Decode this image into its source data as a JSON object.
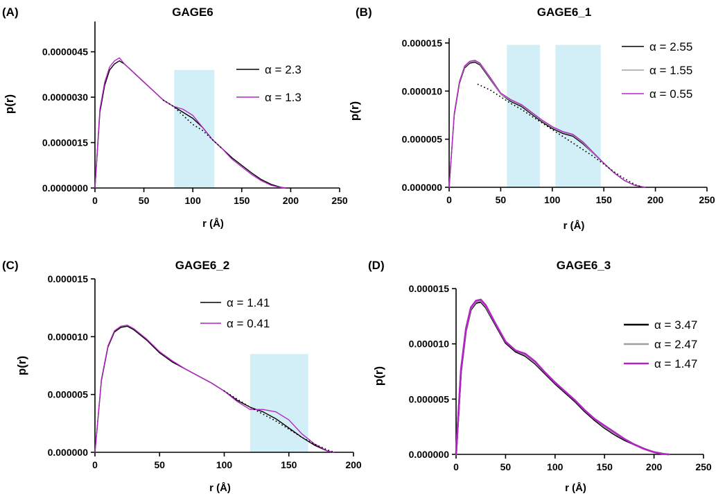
{
  "chart_data": [
    {
      "panel": "(A)",
      "type": "line",
      "title": "GAGE6",
      "xlabel": "r (Å)",
      "ylabel": "p(r)",
      "xlim": [
        0,
        250
      ],
      "ylim": [
        0,
        5.5e-06
      ],
      "x_ticks": [
        "0",
        "50",
        "100",
        "150",
        "200",
        "250"
      ],
      "y_ticks": [
        "0.0000000",
        "0.0000015",
        "0.0000030",
        "0.0000045"
      ],
      "y_tick_values": [
        0,
        1.5e-06,
        3e-06,
        4.5e-06
      ],
      "x_tick_values": [
        0,
        50,
        100,
        150,
        200,
        250
      ],
      "shaded_regions": [
        [
          81,
          122
        ]
      ],
      "shaded_top": 3.9e-06,
      "legend_position": "upper-right",
      "series": [
        {
          "name": "α  = 2.3",
          "color": "#000000",
          "style": "solid",
          "width": 1.4,
          "x": [
            0,
            5,
            10,
            15,
            20,
            25,
            30,
            40,
            50,
            60,
            70,
            80,
            90,
            100,
            110,
            120,
            130,
            140,
            150,
            160,
            170,
            180,
            190,
            195
          ],
          "y": [
            0,
            2.5e-06,
            3.4e-06,
            3.9e-06,
            4.1e-06,
            4.2e-06,
            4.1e-06,
            3.8e-06,
            3.5e-06,
            3.2e-06,
            2.9e-06,
            2.7e-06,
            2.5e-06,
            2.3e-06,
            2e-06,
            1.6e-06,
            1.3e-06,
            1e-06,
            7.5e-07,
            5e-07,
            2.8e-07,
            1.2e-07,
            2e-08,
            0
          ]
        },
        {
          "name": "α  = 1.3",
          "color": "#b324c4",
          "style": "solid",
          "width": 1.4,
          "x": [
            0,
            5,
            10,
            15,
            20,
            25,
            30,
            40,
            50,
            60,
            70,
            80,
            90,
            100,
            110,
            120,
            130,
            140,
            150,
            160,
            170,
            180,
            190,
            195
          ],
          "y": [
            0,
            2.6e-06,
            3.5e-06,
            4e-06,
            4.2e-06,
            4.3e-06,
            4.1e-06,
            3.8e-06,
            3.5e-06,
            3.2e-06,
            2.9e-06,
            2.7e-06,
            2.6e-06,
            2.4e-06,
            2e-06,
            1.6e-06,
            1.3e-06,
            9.5e-07,
            7e-07,
            4.5e-07,
            2.4e-07,
            9e-08,
            1e-08,
            0
          ]
        },
        {
          "name": "",
          "color": "#000000",
          "style": "dotted",
          "width": 1.8,
          "x": [
            70,
            80,
            90,
            100,
            110,
            120,
            130
          ],
          "y": [
            2.9e-06,
            2.7e-06,
            2.4e-06,
            2.1e-06,
            1.9e-06,
            1.6e-06,
            1.3e-06
          ]
        }
      ]
    },
    {
      "panel": "(B)",
      "type": "line",
      "title": "GAGE6_1",
      "xlabel": "r (Å)",
      "ylabel": "p(r)",
      "xlim": [
        0,
        250
      ],
      "ylim": [
        0,
        1.55e-05
      ],
      "x_ticks": [
        "0",
        "50",
        "100",
        "150",
        "200",
        "250"
      ],
      "y_ticks": [
        "0.000000",
        "0.000005",
        "0.000010",
        "0.000015"
      ],
      "y_tick_values": [
        0,
        5e-06,
        1e-05,
        1.5e-05
      ],
      "x_tick_values": [
        0,
        50,
        100,
        150,
        200,
        250
      ],
      "shaded_regions": [
        [
          56,
          88
        ],
        [
          103,
          147
        ]
      ],
      "shaded_top": 1.48e-05,
      "legend_position": "upper-right",
      "series": [
        {
          "name": "α = 2.55",
          "color": "#000000",
          "style": "solid",
          "width": 1.4,
          "x": [
            0,
            5,
            10,
            15,
            20,
            25,
            30,
            40,
            50,
            60,
            70,
            80,
            90,
            100,
            110,
            120,
            130,
            140,
            150,
            160,
            170,
            180,
            190
          ],
          "y": [
            0,
            7.5e-06,
            1.08e-05,
            1.24e-05,
            1.29e-05,
            1.3e-05,
            1.27e-05,
            1.12e-05,
            9.7e-06,
            8.9e-06,
            8.4e-06,
            7.6e-06,
            6.8e-06,
            6.1e-06,
            5.6e-06,
            5.3e-06,
            4.5e-06,
            3.5e-06,
            2.5e-06,
            1.5e-06,
            7e-07,
            2e-07,
            0
          ]
        },
        {
          "name": "α = 1.55",
          "color": "#a0a0a0",
          "style": "solid",
          "width": 1.4,
          "x": [
            0,
            5,
            10,
            15,
            20,
            25,
            30,
            40,
            50,
            60,
            70,
            80,
            90,
            100,
            110,
            120,
            130,
            140,
            150,
            160,
            170,
            180,
            190
          ],
          "y": [
            0,
            7.6e-06,
            1.09e-05,
            1.25e-05,
            1.3e-05,
            1.31e-05,
            1.28e-05,
            1.13e-05,
            9.7e-06,
            9e-06,
            8.5e-06,
            7.7e-06,
            6.9e-06,
            6.2e-06,
            5.7e-06,
            5.4e-06,
            4.6e-06,
            3.5e-06,
            2.5e-06,
            1.5e-06,
            7e-07,
            2e-07,
            0
          ]
        },
        {
          "name": "α = 0.55",
          "color": "#b324c4",
          "style": "solid",
          "width": 1.4,
          "x": [
            0,
            5,
            10,
            15,
            20,
            25,
            30,
            40,
            50,
            60,
            70,
            80,
            90,
            100,
            110,
            120,
            130,
            140,
            150,
            160,
            170,
            180,
            190
          ],
          "y": [
            0,
            7.7e-06,
            1.1e-05,
            1.26e-05,
            1.31e-05,
            1.32e-05,
            1.29e-05,
            1.14e-05,
            9.8e-06,
            9.1e-06,
            8.6e-06,
            7.8e-06,
            7e-06,
            6.3e-06,
            5.8e-06,
            5.5e-06,
            4.7e-06,
            3.6e-06,
            2.5e-06,
            1.5e-06,
            7e-07,
            2e-07,
            0
          ]
        },
        {
          "name": "",
          "color": "#000000",
          "style": "dotted",
          "width": 1.8,
          "x": [
            28,
            40,
            50,
            60,
            70,
            80,
            90,
            100,
            110,
            120,
            130,
            140,
            150,
            160,
            170,
            180,
            185
          ],
          "y": [
            1.07e-05,
            1.01e-05,
            9.4e-06,
            8.7e-06,
            8.1e-06,
            7.4e-06,
            6.7e-06,
            6e-06,
            5.3e-06,
            4.6e-06,
            3.9e-06,
            3.2e-06,
            2.4e-06,
            1.6e-06,
            9e-07,
            3e-07,
            1e-07
          ]
        }
      ]
    },
    {
      "panel": "(C)",
      "type": "line",
      "title": "GAGE6_2",
      "xlabel": "r (Å)",
      "ylabel": "p(r)",
      "xlim": [
        0,
        200
      ],
      "ylim": [
        0,
        1.5e-05
      ],
      "x_ticks": [
        "0",
        "50",
        "100",
        "150",
        "200"
      ],
      "y_ticks": [
        "0.000000",
        "0.000005",
        "0.000010",
        "0.000015"
      ],
      "y_tick_values": [
        0,
        5e-06,
        1e-05,
        1.5e-05
      ],
      "x_tick_values": [
        0,
        50,
        100,
        150,
        200
      ],
      "shaded_regions": [
        [
          120,
          165
        ]
      ],
      "shaded_top": 8.5e-06,
      "legend_position": "upper-right",
      "series": [
        {
          "name": "α = 1.41",
          "color": "#000000",
          "style": "solid",
          "width": 1.4,
          "x": [
            0,
            5,
            10,
            15,
            20,
            25,
            30,
            40,
            50,
            60,
            70,
            80,
            90,
            100,
            110,
            120,
            130,
            140,
            150,
            160,
            170,
            180,
            185
          ],
          "y": [
            0,
            6.2e-06,
            9.1e-06,
            1.04e-05,
            1.08e-05,
            1.09e-05,
            1.06e-05,
            9.7e-06,
            8.6e-06,
            7.8e-06,
            7.2e-06,
            6.6e-06,
            6e-06,
            5.3e-06,
            4.5e-06,
            3.9e-06,
            3.5e-06,
            2.9e-06,
            2.1e-06,
            1.3e-06,
            6e-07,
            1e-07,
            0
          ]
        },
        {
          "name": "α = 0.41",
          "color": "#b324c4",
          "style": "solid",
          "width": 1.4,
          "x": [
            0,
            5,
            10,
            15,
            20,
            25,
            30,
            40,
            50,
            60,
            70,
            80,
            90,
            100,
            110,
            120,
            130,
            140,
            150,
            160,
            170,
            180,
            185
          ],
          "y": [
            0,
            6.3e-06,
            9.2e-06,
            1.05e-05,
            1.09e-05,
            1.1e-05,
            1.07e-05,
            9.8e-06,
            8.7e-06,
            7.9e-06,
            7.2e-06,
            6.6e-06,
            6e-06,
            5.3e-06,
            4.4e-06,
            3.7e-06,
            3.7e-06,
            3.5e-06,
            2.8e-06,
            1.6e-06,
            7e-07,
            1e-07,
            0
          ]
        },
        {
          "name": "",
          "color": "#000000",
          "style": "dotted",
          "width": 1.8,
          "x": [
            100,
            110,
            120,
            130,
            140,
            150,
            160,
            170,
            180,
            185
          ],
          "y": [
            5.3e-06,
            4.6e-06,
            3.9e-06,
            3.3e-06,
            2.7e-06,
            2e-06,
            1.3e-06,
            7e-07,
            2e-07,
            0
          ]
        }
      ]
    },
    {
      "panel": "(D)",
      "type": "line",
      "title": "GAGE6_3",
      "xlabel": "r (Å)",
      "ylabel": "p(r)",
      "xlim": [
        0,
        250
      ],
      "ylim": [
        0,
        1.5e-05
      ],
      "x_ticks": [
        "0",
        "50",
        "100",
        "150",
        "200",
        "250"
      ],
      "y_ticks": [
        "0.000000",
        "0.000005",
        "0.000010",
        "0.000015"
      ],
      "y_tick_values": [
        0,
        5e-06,
        1e-05,
        1.5e-05
      ],
      "x_tick_values": [
        0,
        50,
        100,
        150,
        200,
        250
      ],
      "shaded_regions": [],
      "shaded_top": 0,
      "legend_position": "right",
      "series": [
        {
          "name": "α = 3.47",
          "color": "#000000",
          "style": "solid",
          "width": 2.6,
          "x": [
            0,
            5,
            10,
            15,
            20,
            25,
            30,
            40,
            50,
            60,
            70,
            80,
            90,
            100,
            110,
            120,
            130,
            140,
            150,
            160,
            170,
            180,
            190,
            200,
            210,
            215
          ],
          "y": [
            0,
            7.5e-06,
            1.12e-05,
            1.31e-05,
            1.37e-05,
            1.38e-05,
            1.33e-05,
            1.17e-05,
            1.01e-05,
            9.3e-06,
            8.9e-06,
            8.2e-06,
            7.3e-06,
            6.4e-06,
            5.6e-06,
            4.8e-06,
            3.9e-06,
            3.1e-06,
            2.4e-06,
            1.8e-06,
            1.3e-06,
            9e-07,
            5e-07,
            2e-07,
            3e-08,
            0
          ]
        },
        {
          "name": "α = 2.47",
          "color": "#a0a0a0",
          "style": "solid",
          "width": 2.6,
          "x": [
            0,
            5,
            10,
            15,
            20,
            25,
            30,
            40,
            50,
            60,
            70,
            80,
            90,
            100,
            110,
            120,
            130,
            140,
            150,
            160,
            170,
            180,
            190,
            200,
            210,
            215
          ],
          "y": [
            0,
            7.6e-06,
            1.13e-05,
            1.32e-05,
            1.38e-05,
            1.39e-05,
            1.34e-05,
            1.18e-05,
            1.02e-05,
            9.4e-06,
            9e-06,
            8.3e-06,
            7.4e-06,
            6.5e-06,
            5.7e-06,
            4.9e-06,
            4e-06,
            3.2e-06,
            2.5e-06,
            1.9e-06,
            1.4e-06,
            9e-07,
            5e-07,
            2e-07,
            3e-08,
            0
          ]
        },
        {
          "name": "α = 1.47",
          "color": "#b324c4",
          "style": "solid",
          "width": 2.6,
          "x": [
            0,
            5,
            10,
            15,
            20,
            25,
            30,
            40,
            50,
            60,
            70,
            80,
            90,
            100,
            110,
            120,
            130,
            140,
            150,
            160,
            170,
            180,
            190,
            200,
            210,
            215
          ],
          "y": [
            0,
            7.7e-06,
            1.14e-05,
            1.33e-05,
            1.39e-05,
            1.4e-05,
            1.35e-05,
            1.18e-05,
            1.02e-05,
            9.4e-06,
            9.1e-06,
            8.4e-06,
            7.4e-06,
            6.5e-06,
            5.7e-06,
            4.9e-06,
            4e-06,
            3.2e-06,
            2.6e-06,
            2e-06,
            1.4e-06,
            9e-07,
            5e-07,
            2e-07,
            3e-08,
            0
          ]
        }
      ]
    }
  ]
}
